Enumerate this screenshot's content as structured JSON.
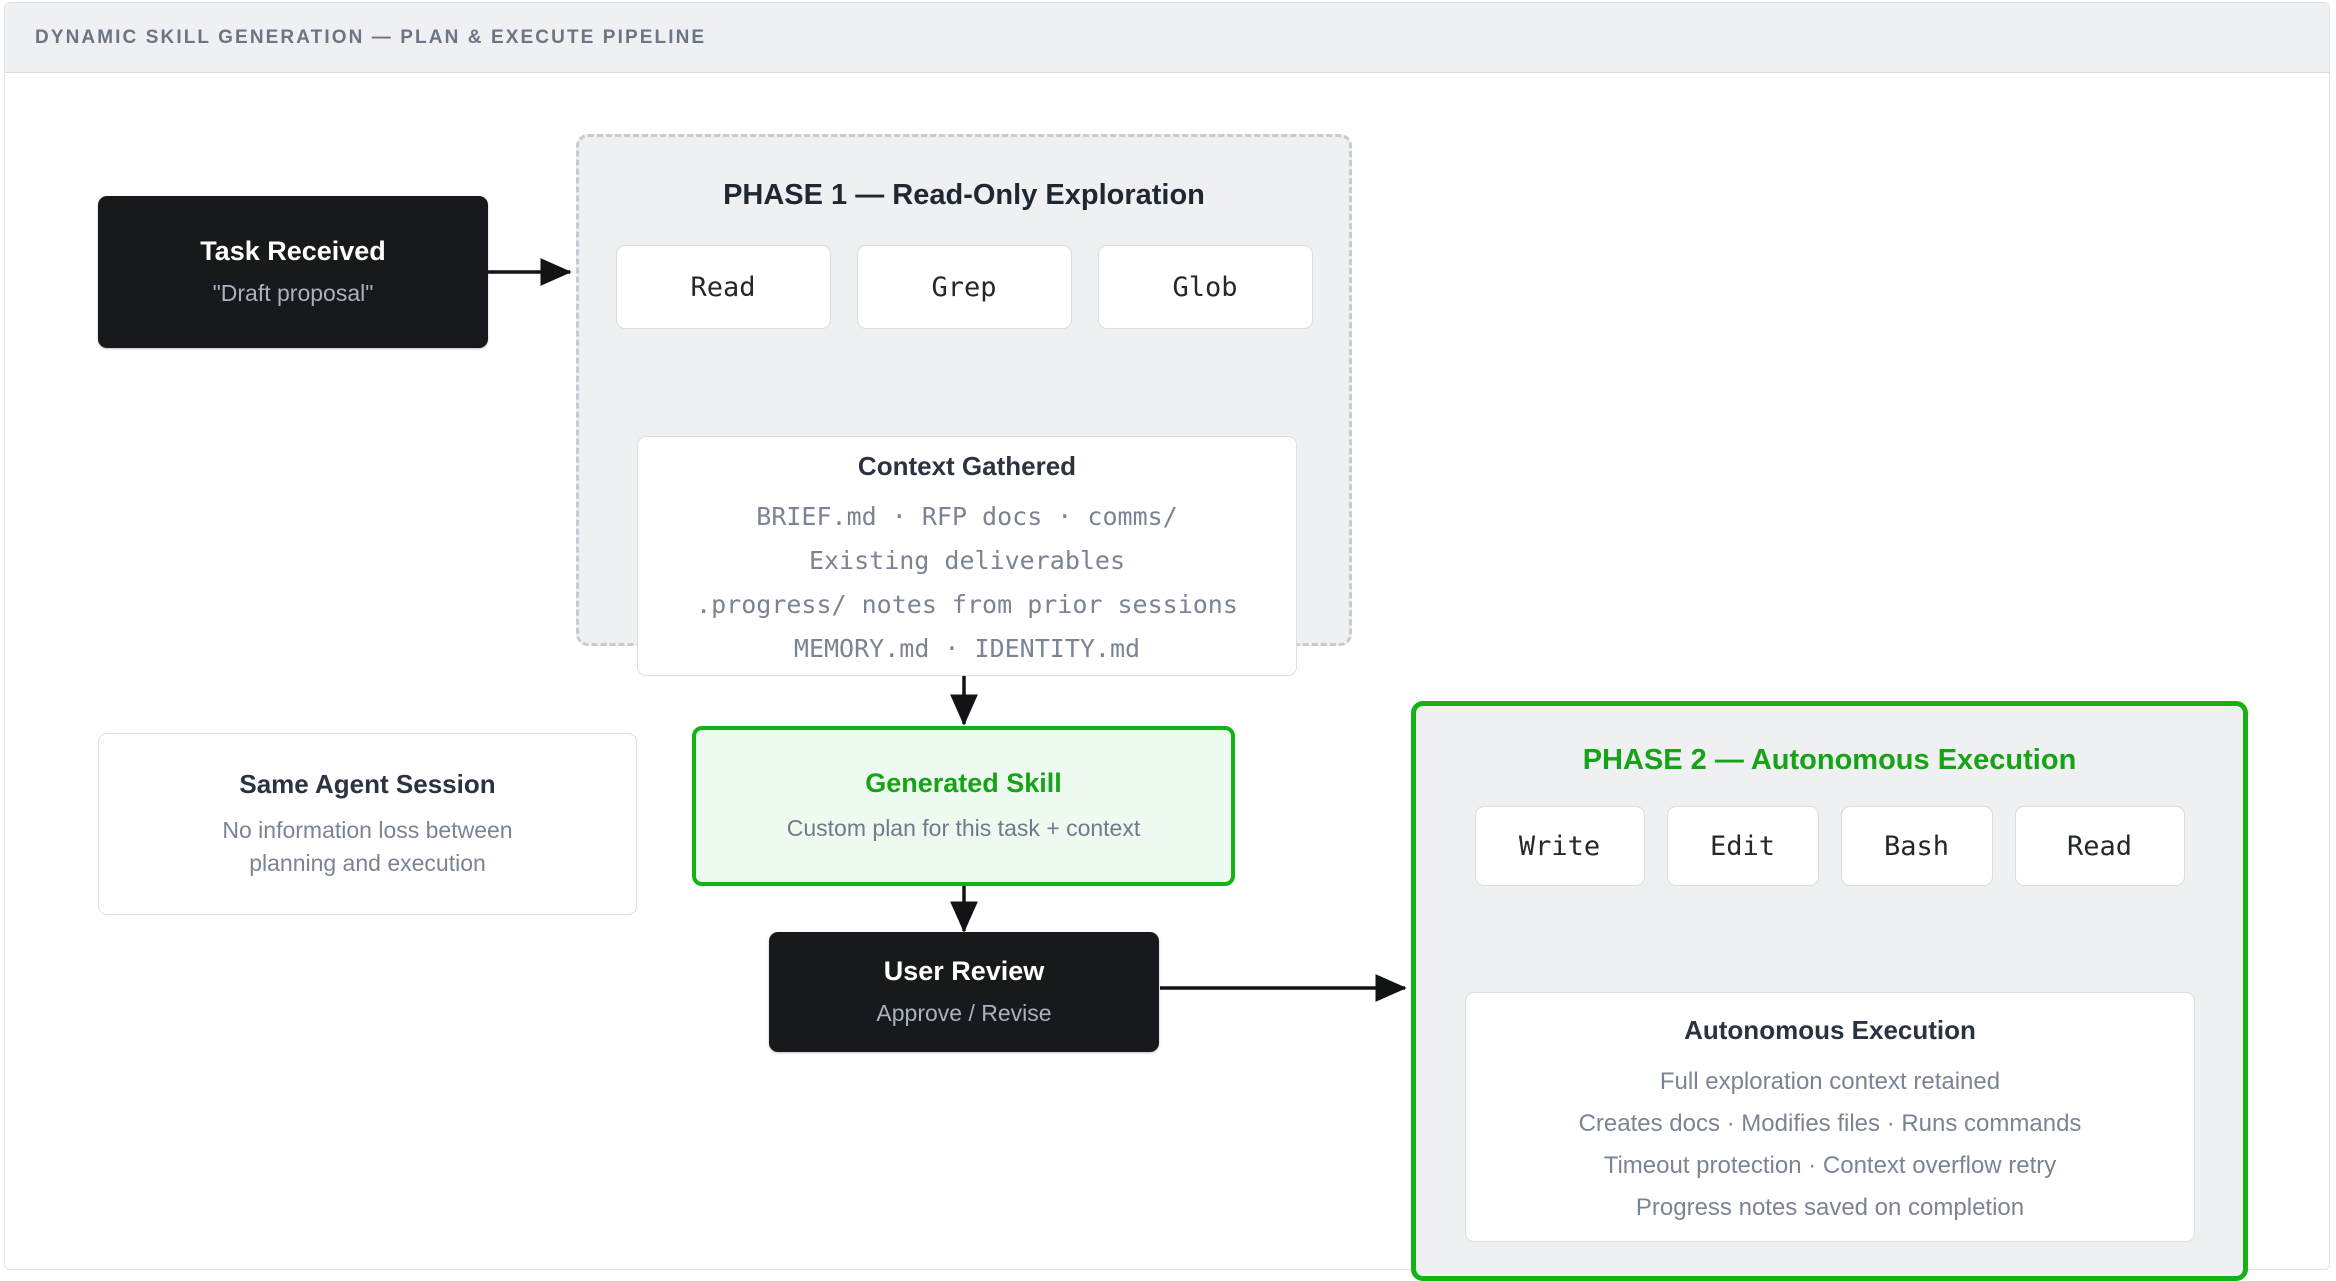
{
  "titlebar": {
    "text": "Dynamic Skill Generation — Plan & Execute Pipeline"
  },
  "nodes": {
    "task_received": {
      "title": "Task Received",
      "subtitle": "\"Draft proposal\""
    },
    "same_agent_session": {
      "title": "Same Agent Session",
      "subtitle_line1": "No information loss between",
      "subtitle_line2": "planning and execution"
    },
    "generated_skill": {
      "title": "Generated Skill",
      "subtitle": "Custom plan for this task + context"
    },
    "user_review": {
      "title": "User Review",
      "subtitle": "Approve / Revise"
    }
  },
  "phase1": {
    "title": "PHASE 1 — Read-Only Exploration",
    "tools": [
      "Read",
      "Grep",
      "Glob"
    ],
    "context_box": {
      "title": "Context Gathered",
      "lines": [
        "BRIEF.md · RFP docs · comms/",
        "Existing deliverables",
        ".progress/ notes from prior sessions",
        "MEMORY.md · IDENTITY.md"
      ]
    }
  },
  "phase2": {
    "title": "PHASE 2 — Autonomous Execution",
    "tools": [
      "Write",
      "Edit",
      "Bash",
      "Read"
    ],
    "exec_box": {
      "title": "Autonomous Execution",
      "lines": [
        "Full exploration context retained",
        "Creates docs · Modifies files · Runs commands",
        "Timeout protection · Context overflow retry",
        "Progress notes saved on completion"
      ]
    }
  },
  "colors": {
    "accent_green": "#15b215",
    "dark_node": "#17191c",
    "panel_bg": "#eef0f2",
    "titlebar_text": "#6b7585",
    "muted_text": "#7b8494"
  }
}
